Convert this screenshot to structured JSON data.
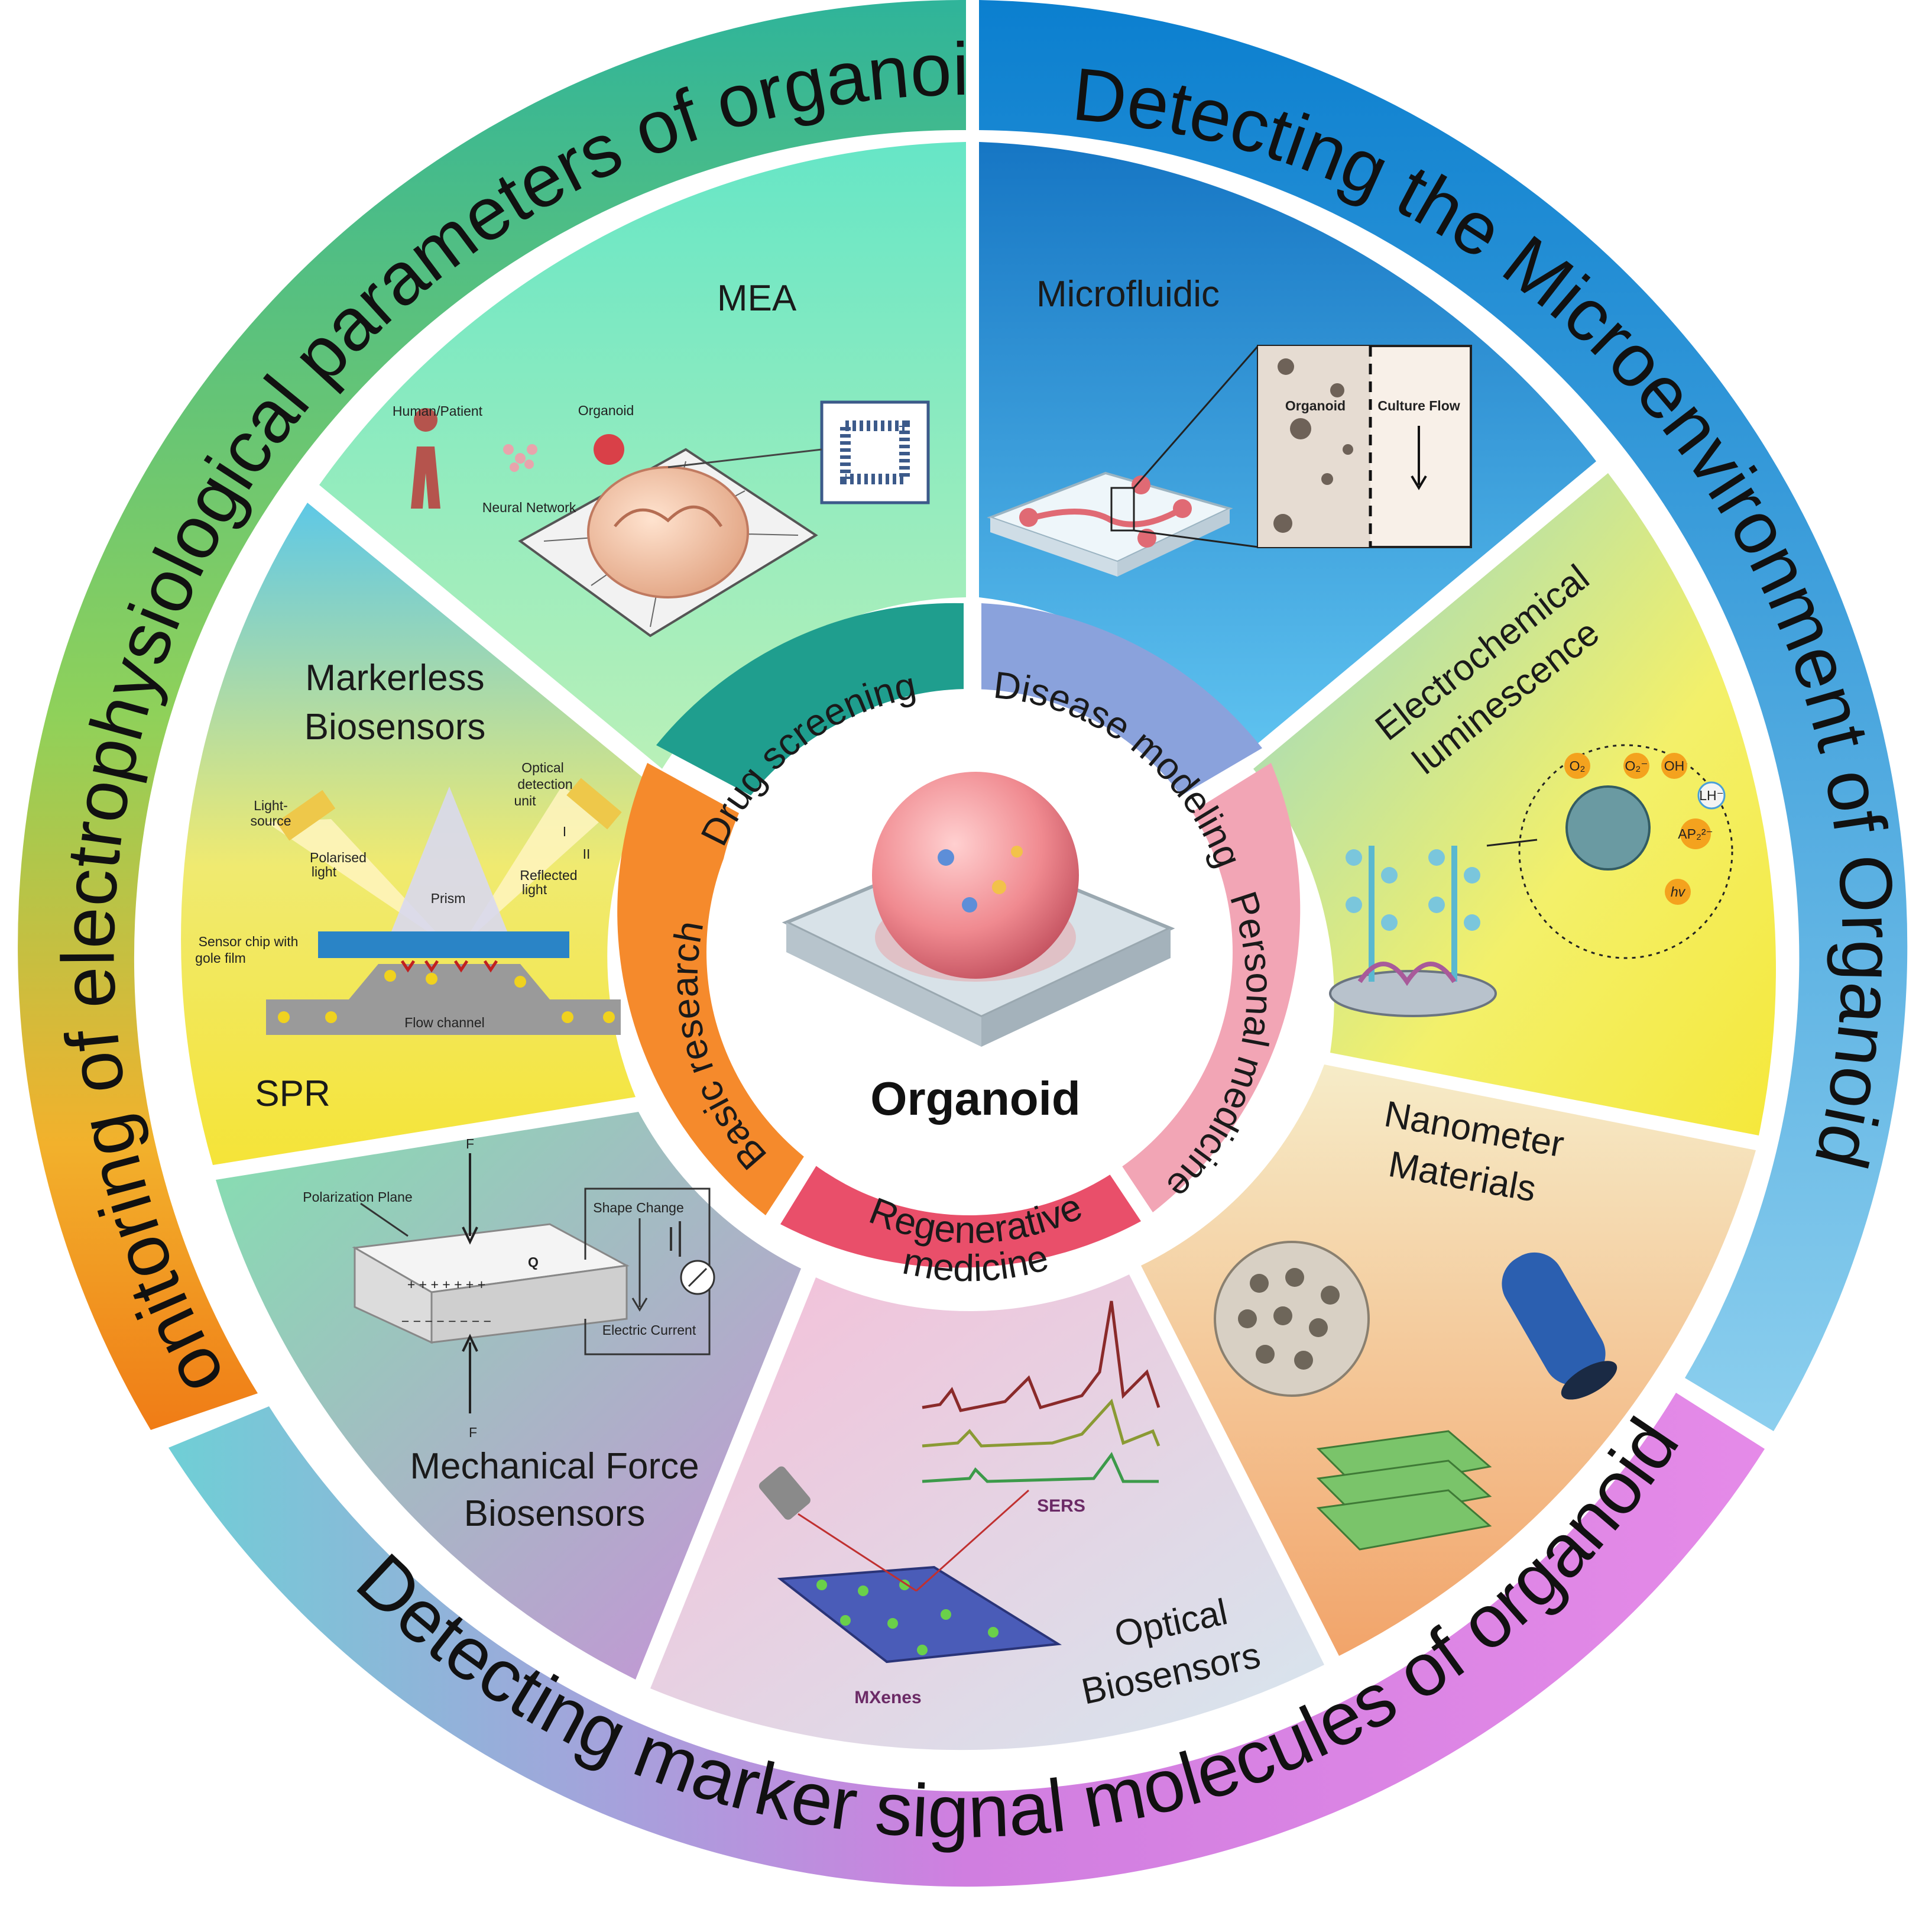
{
  "center": {
    "title": "Organoid"
  },
  "outer_ring": {
    "electro": "Monitoring of electrophysiological parameters of organoid",
    "micro": "Detecting the Microenvironment of Organoid",
    "marker": "Detecting marker signal molecules of organoid"
  },
  "applications": {
    "drug": "Drug screening",
    "disease": "Disease modeling",
    "personal": "Personal medicine",
    "regen_1": "Regenerative",
    "regen_2": "medicine",
    "basic": "Basic research"
  },
  "panels": {
    "mea": {
      "title": "MEA",
      "human": "Human/Patient",
      "organoid": "Organoid",
      "network": "Neural Network"
    },
    "microfluidic": {
      "title": "Microfluidic",
      "organoid": "Organoid",
      "flow": "Culture Flow"
    },
    "ecl": {
      "title_1": "Electrochemical",
      "title_2": "luminescence",
      "o2": "O₂",
      "o2r": "O₂⁻",
      "oh": "OH",
      "lh": "LH⁻",
      "ap": "AP₂²⁻",
      "hv": "hv"
    },
    "nano": {
      "title_1": "Nanometer",
      "title_2": "Materials"
    },
    "optical": {
      "title_1": "Optical",
      "title_2": "Biosensors",
      "sers": "SERS",
      "mxenes": "MXenes"
    },
    "mech": {
      "title_1": "Mechanical Force",
      "title_2": "Biosensors",
      "plane": "Polarization Plane",
      "shape": "Shape Change",
      "current": "Electric Current",
      "f_top": "F",
      "f_bottom": "F",
      "q": "Q",
      "plus": "+   +   +   +   +   +   +",
      "minus": "−   −   −   −   −   −   −   −"
    },
    "markerless": {
      "title_1": "Markerless",
      "title_2": "Biosensors",
      "spr": "SPR",
      "light_source_1": "Light-",
      "light_source_2": "source",
      "optical_1": "Optical",
      "optical_2": "detection",
      "optical_3": "unit",
      "polarised_1": "Polarised",
      "polarised_2": "light",
      "prism": "Prism",
      "reflected_1": "Reflected",
      "reflected_2": "light",
      "i": "I",
      "ii": "II",
      "chip_1": "Sensor chip with",
      "chip_2": "gole film",
      "flow": "Flow channel"
    }
  },
  "colors": {
    "electro_ring": "#29b28c",
    "micro_ring": "#1a8ed8",
    "marker_ring": "#c87be8",
    "drug": "#1f9e8e",
    "disease": "#8aa2dc",
    "personal": "#f2a5b5",
    "regen": "#e94f6a",
    "basic": "#f58a2c"
  }
}
